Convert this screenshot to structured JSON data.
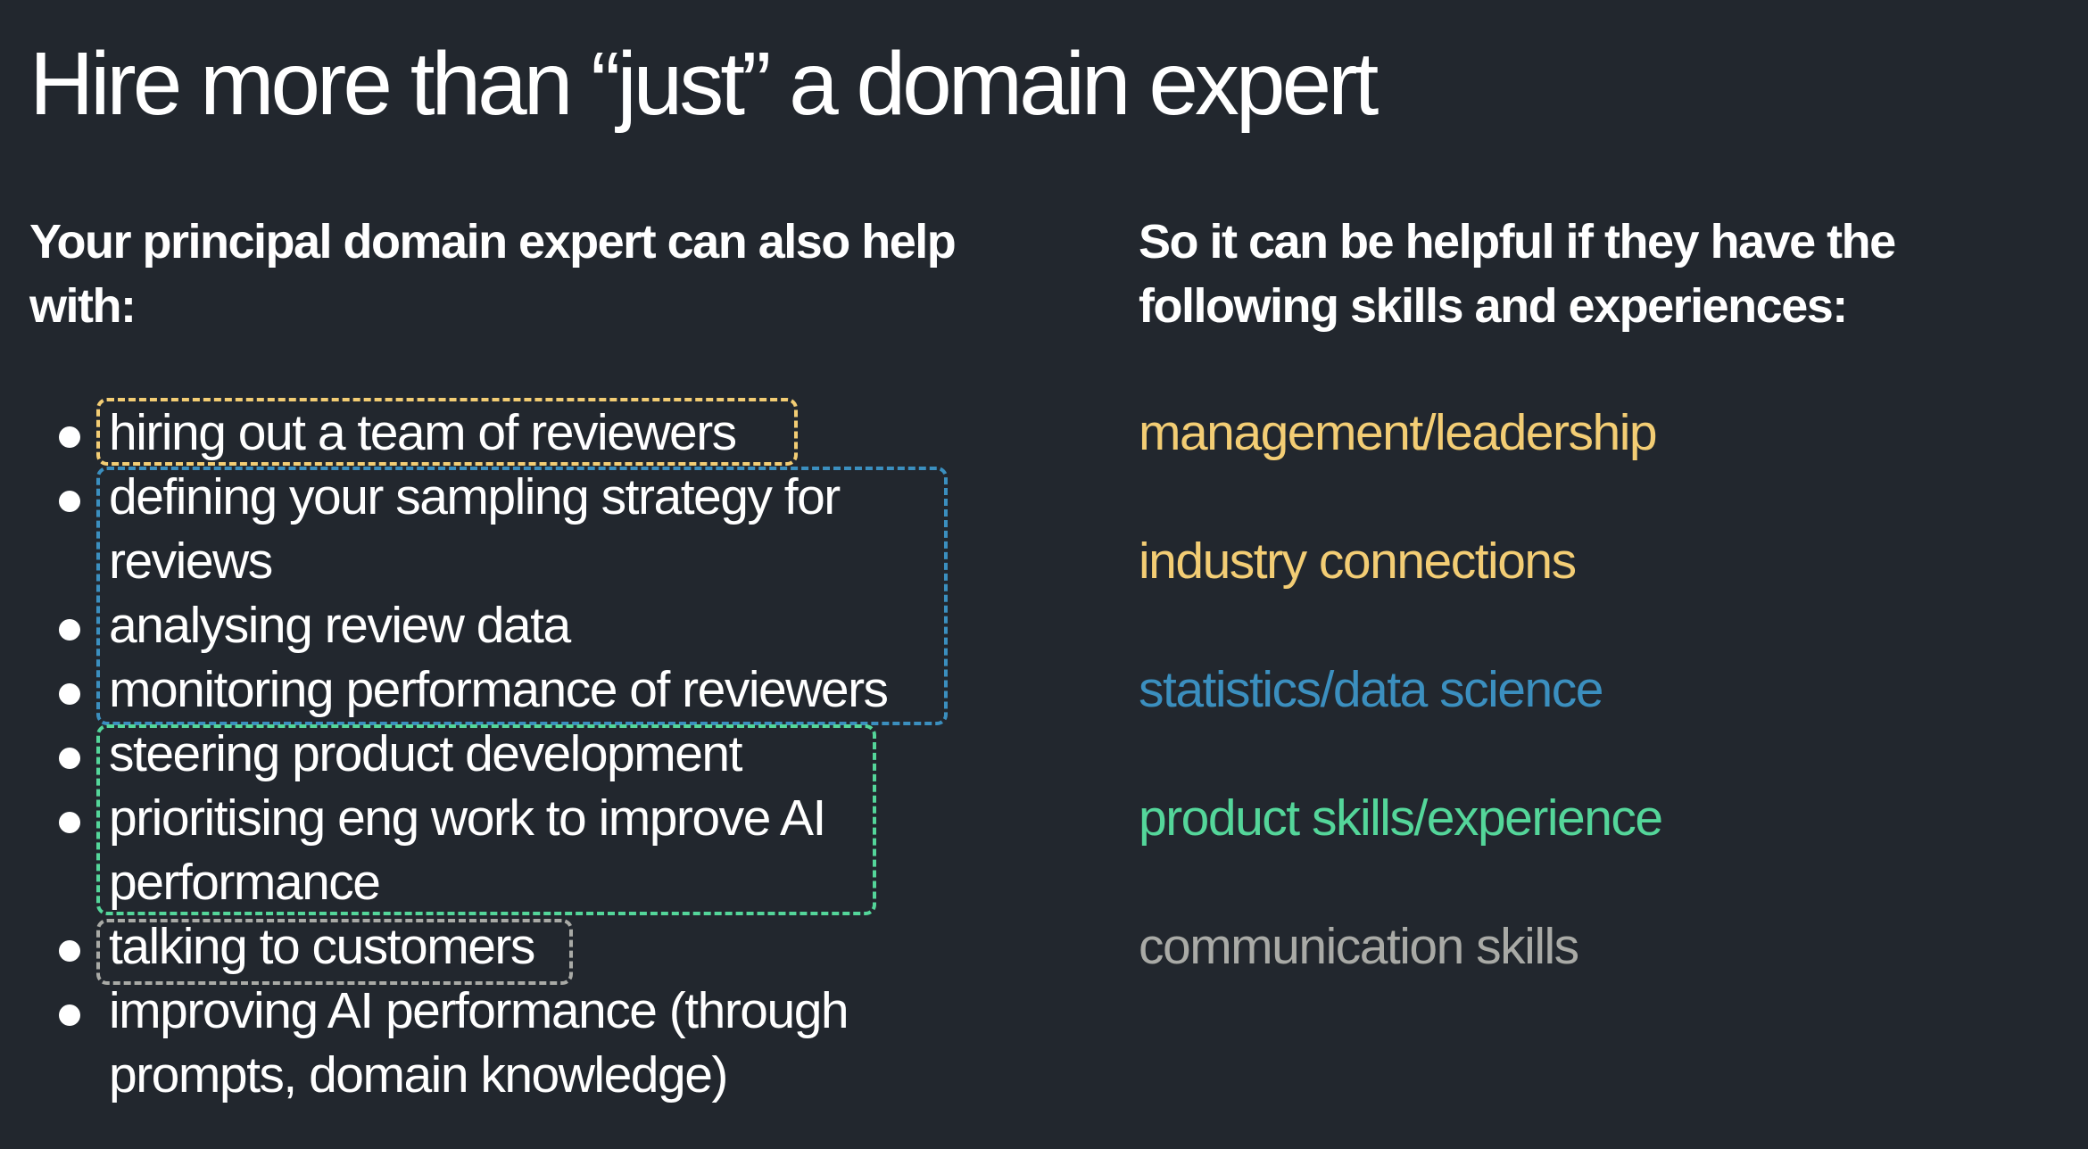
{
  "title": "Hire more than “just” a domain expert",
  "left_column": {
    "heading": "Your principal domain expert can also help with:",
    "bullets": [
      {
        "text": "hiring out a team of reviewers"
      },
      {
        "text": "defining your sampling strategy for reviews"
      },
      {
        "text": "analysing review data"
      },
      {
        "text": "monitoring performance of reviewers"
      },
      {
        "text": "steering product development"
      },
      {
        "text": "prioritising eng work to improve AI performance"
      },
      {
        "text": "talking to customers"
      },
      {
        "text": "improving AI performance (through prompts, domain knowledge)"
      }
    ]
  },
  "right_column": {
    "heading": "So it can be helpful if they have the following skills and experiences:",
    "skills": [
      {
        "text": "management/leadership",
        "color": "#f3cd74"
      },
      {
        "text": "industry connections",
        "color": "#f3cd74"
      },
      {
        "text": "statistics/data science",
        "color": "#3b8fbf"
      },
      {
        "text": "product skills/experience",
        "color": "#54d69a"
      },
      {
        "text": "communication skills",
        "color": "#a9aaa6"
      }
    ]
  },
  "colors": {
    "background": "#22272e",
    "text": "#ffffff",
    "management_leadership": "#f3cd74",
    "statistics_data_science": "#3b8fbf",
    "product_skills": "#54d69a",
    "communication_skills": "#a9aaa6"
  }
}
